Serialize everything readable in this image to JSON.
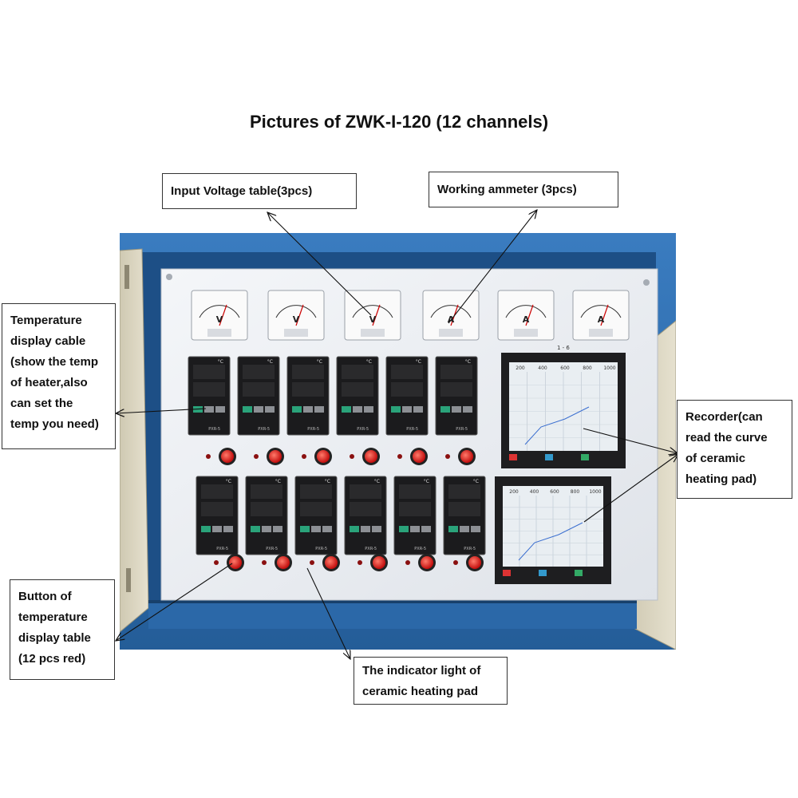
{
  "title": "Pictures of ZWK-I-120 (12 channels)",
  "callouts": {
    "voltage": "Input Voltage table(3pcs)",
    "ammeter": "Working ammeter (3pcs)",
    "temp_display": [
      "Temperature",
      "display cable",
      "(show the temp",
      "of heater,also",
      "can set the",
      "temp you need)"
    ],
    "recorder": [
      "Recorder(can",
      "read the curve",
      "of ceramic",
      "heating pad)"
    ],
    "button": [
      "Button of",
      "temperature",
      "display table",
      "(12 pcs red)"
    ],
    "indicator": [
      "The indicator light of",
      "ceramic heating pad"
    ]
  },
  "panel": {
    "meters": [
      {
        "unit": "V",
        "kind": "voltmeter"
      },
      {
        "unit": "V",
        "kind": "voltmeter"
      },
      {
        "unit": "V",
        "kind": "voltmeter"
      },
      {
        "unit": "A",
        "kind": "ammeter"
      },
      {
        "unit": "A",
        "kind": "ammeter"
      },
      {
        "unit": "A",
        "kind": "ammeter"
      }
    ],
    "controller_model": "PXR-5",
    "controller_unit": "°C",
    "controllers_per_row": 6,
    "controller_rows": 2,
    "recorder_label": "1 - 6",
    "recorder_scale": [
      "200",
      "400",
      "600",
      "800",
      "1000"
    ],
    "colors": {
      "cabinet_blue": "#2f6fb0",
      "panel": "#eceff3",
      "door": "#d9d4c0",
      "lamp_red": "#e02020"
    }
  }
}
